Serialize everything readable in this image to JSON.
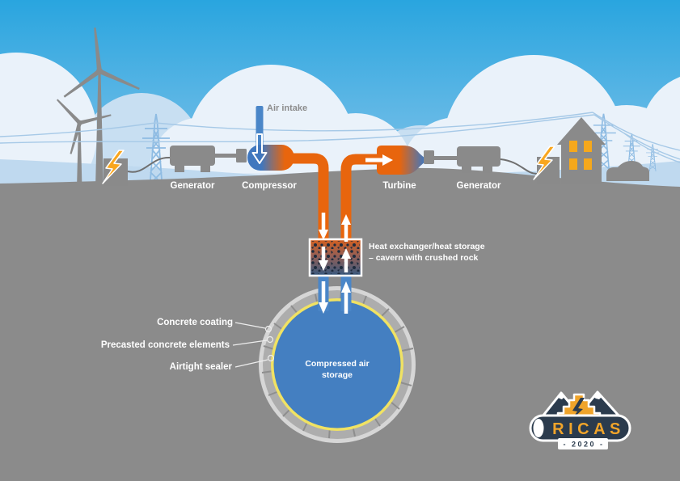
{
  "labels": {
    "air_intake": "Air intake",
    "generator_left": "Generator",
    "compressor": "Compressor",
    "turbine": "Turbine",
    "generator_right": "Generator",
    "heat_exchanger": {
      "line1": "Heat exchanger/heat storage",
      "line2": "– cavern with crushed rock"
    },
    "storage": {
      "line1": "Compressed air",
      "line2": "storage"
    },
    "callouts": {
      "concrete_coating": "Concrete coating",
      "precast_elements": "Precasted concrete elements",
      "airtight_sealer": "Airtight sealer"
    }
  },
  "logo": {
    "name": "RICAS",
    "year": "- 2020 -"
  },
  "colors": {
    "sky": "#29A5DF",
    "cloud_white": "#EAF2FA",
    "cloud_blue": "#C8DFF2",
    "horizon": "#DFEBF7",
    "hill": "#BFD9EF",
    "ground": "#8B8B8B",
    "machine_gray": "#8A8A8A",
    "pipe_hot_orange": "#E8650D",
    "pipe_cold_blue": "#4A86C8",
    "storage_blue": "#447FC1",
    "sealer_yellow": "#F0E263",
    "concrete_ring": "#ADADAD",
    "coating_ring": "#D6D6D6",
    "bolt_yellow": "#F9A61E",
    "window_orange": "#F5A81C",
    "tower_blue": "#8FBCE3",
    "logo_navy": "#2B3B4D",
    "logo_orange": "#F0A42A"
  }
}
